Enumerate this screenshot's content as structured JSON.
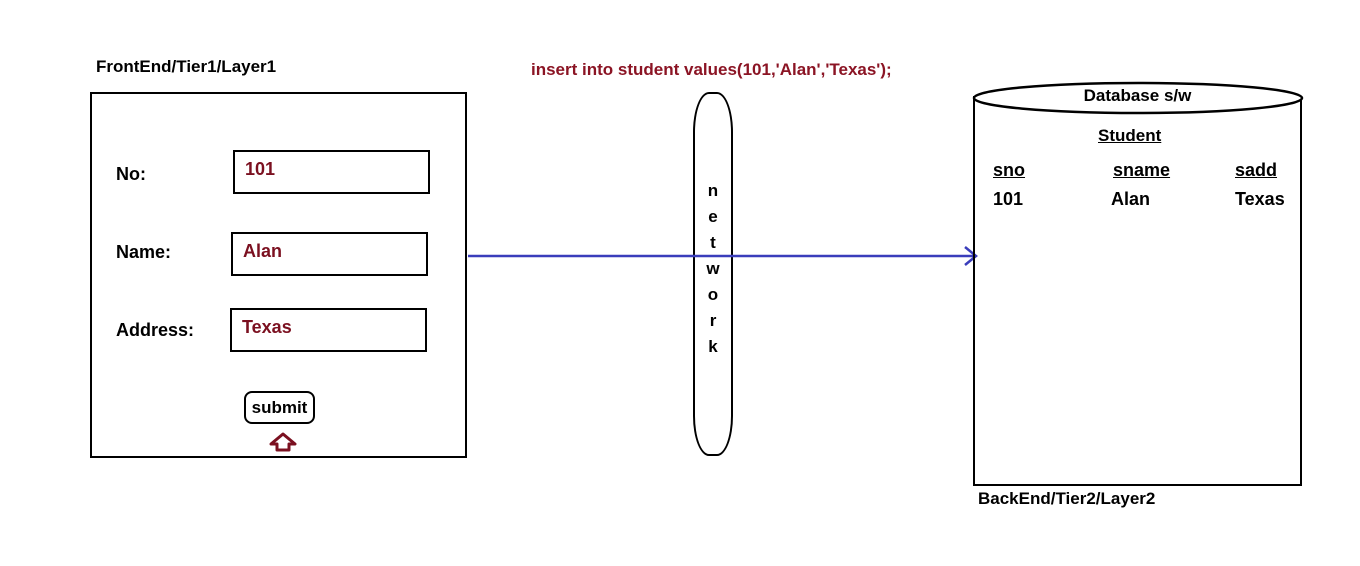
{
  "frontend": {
    "title": "FrontEnd/Tier1/Layer1",
    "fields": [
      {
        "label": "No:",
        "value": "101"
      },
      {
        "label": "Name:",
        "value": "Alan"
      },
      {
        "label": "Address:",
        "value": "Texas"
      }
    ],
    "submit_label": "submit"
  },
  "query": "insert into student values(101,'Alan','Texas');",
  "network": {
    "letters": [
      "n",
      "e",
      "t",
      "w",
      "o",
      "r",
      "k"
    ]
  },
  "database": {
    "title": "Database s/w",
    "table_name": "Student",
    "columns": [
      "sno",
      "sname",
      "sadd"
    ],
    "row": [
      "101",
      "Alan",
      "Texas"
    ]
  },
  "backend": {
    "title": "BackEnd/Tier2/Layer2"
  },
  "colors": {
    "value_text": "#7b1020",
    "query_text": "#8b1424",
    "arrow": "#3a3dbb",
    "pointer": "#7b1020"
  }
}
